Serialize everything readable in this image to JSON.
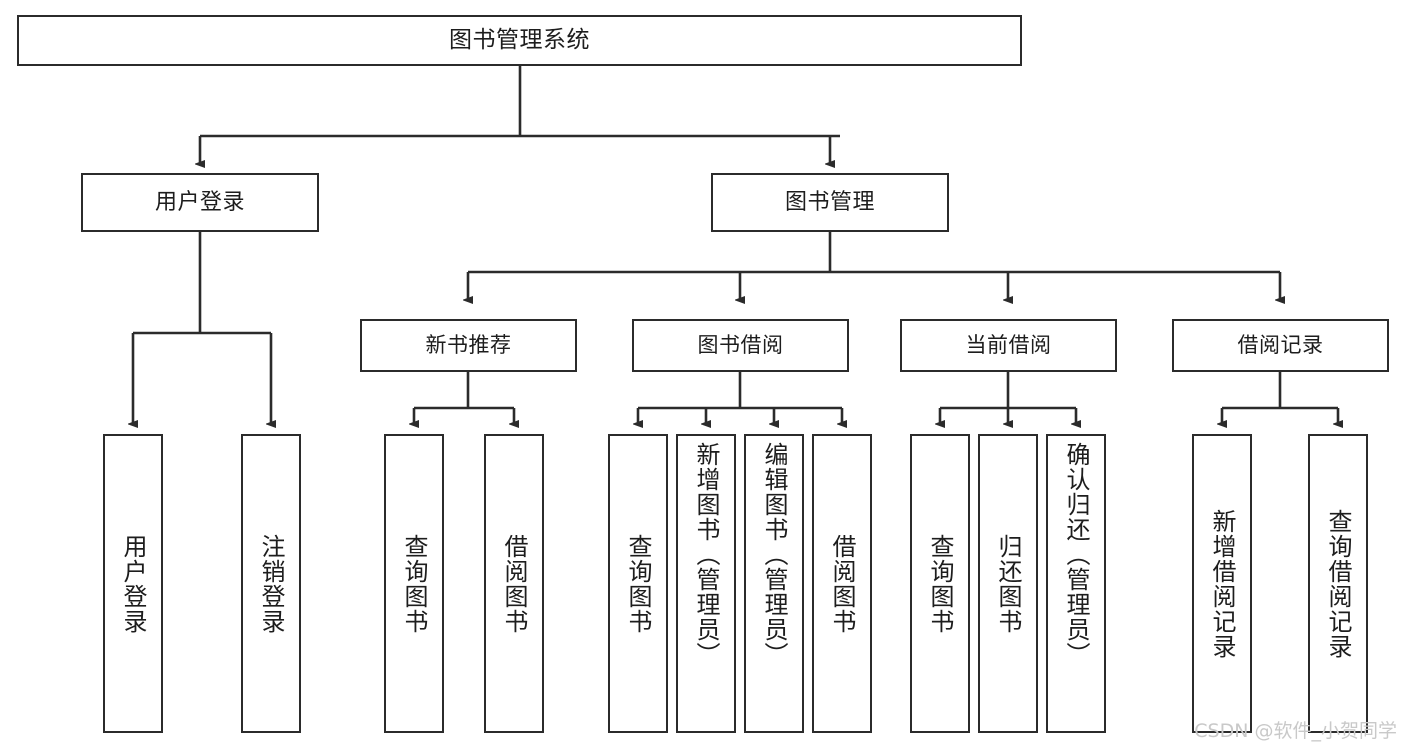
{
  "diagram": {
    "type": "tree-hierarchy",
    "title": "图书管理系统",
    "watermark": "CSDN @软件_小贺同学",
    "colors": {
      "stroke": "#2b2b2b",
      "fill": "#ffffff",
      "text": "#1d1d1d",
      "watermark": "#c9c9c9"
    },
    "root": {
      "label": "图书管理系统"
    },
    "level2": [
      {
        "label": "用户登录"
      },
      {
        "label": "图书管理"
      }
    ],
    "level3": [
      {
        "label": "新书推荐"
      },
      {
        "label": "图书借阅"
      },
      {
        "label": "当前借阅"
      },
      {
        "label": "借阅记录"
      }
    ],
    "leaves": {
      "user_login": [
        {
          "label": "用户登录"
        },
        {
          "label": "注销登录"
        }
      ],
      "new_book_recommend": [
        {
          "label": "查询图书"
        },
        {
          "label": "借阅图书"
        }
      ],
      "book_borrow": [
        {
          "label": "查询图书"
        },
        {
          "label": "新增图书（管理员）"
        },
        {
          "label": "编辑图书（管理员）"
        },
        {
          "label": "借阅图书"
        }
      ],
      "current_borrow": [
        {
          "label": "查询图书"
        },
        {
          "label": "归还图书"
        },
        {
          "label": "确认归还（管理员）"
        }
      ],
      "borrow_record": [
        {
          "label": "新增借阅记录"
        },
        {
          "label": "查询借阅记录"
        }
      ]
    }
  }
}
